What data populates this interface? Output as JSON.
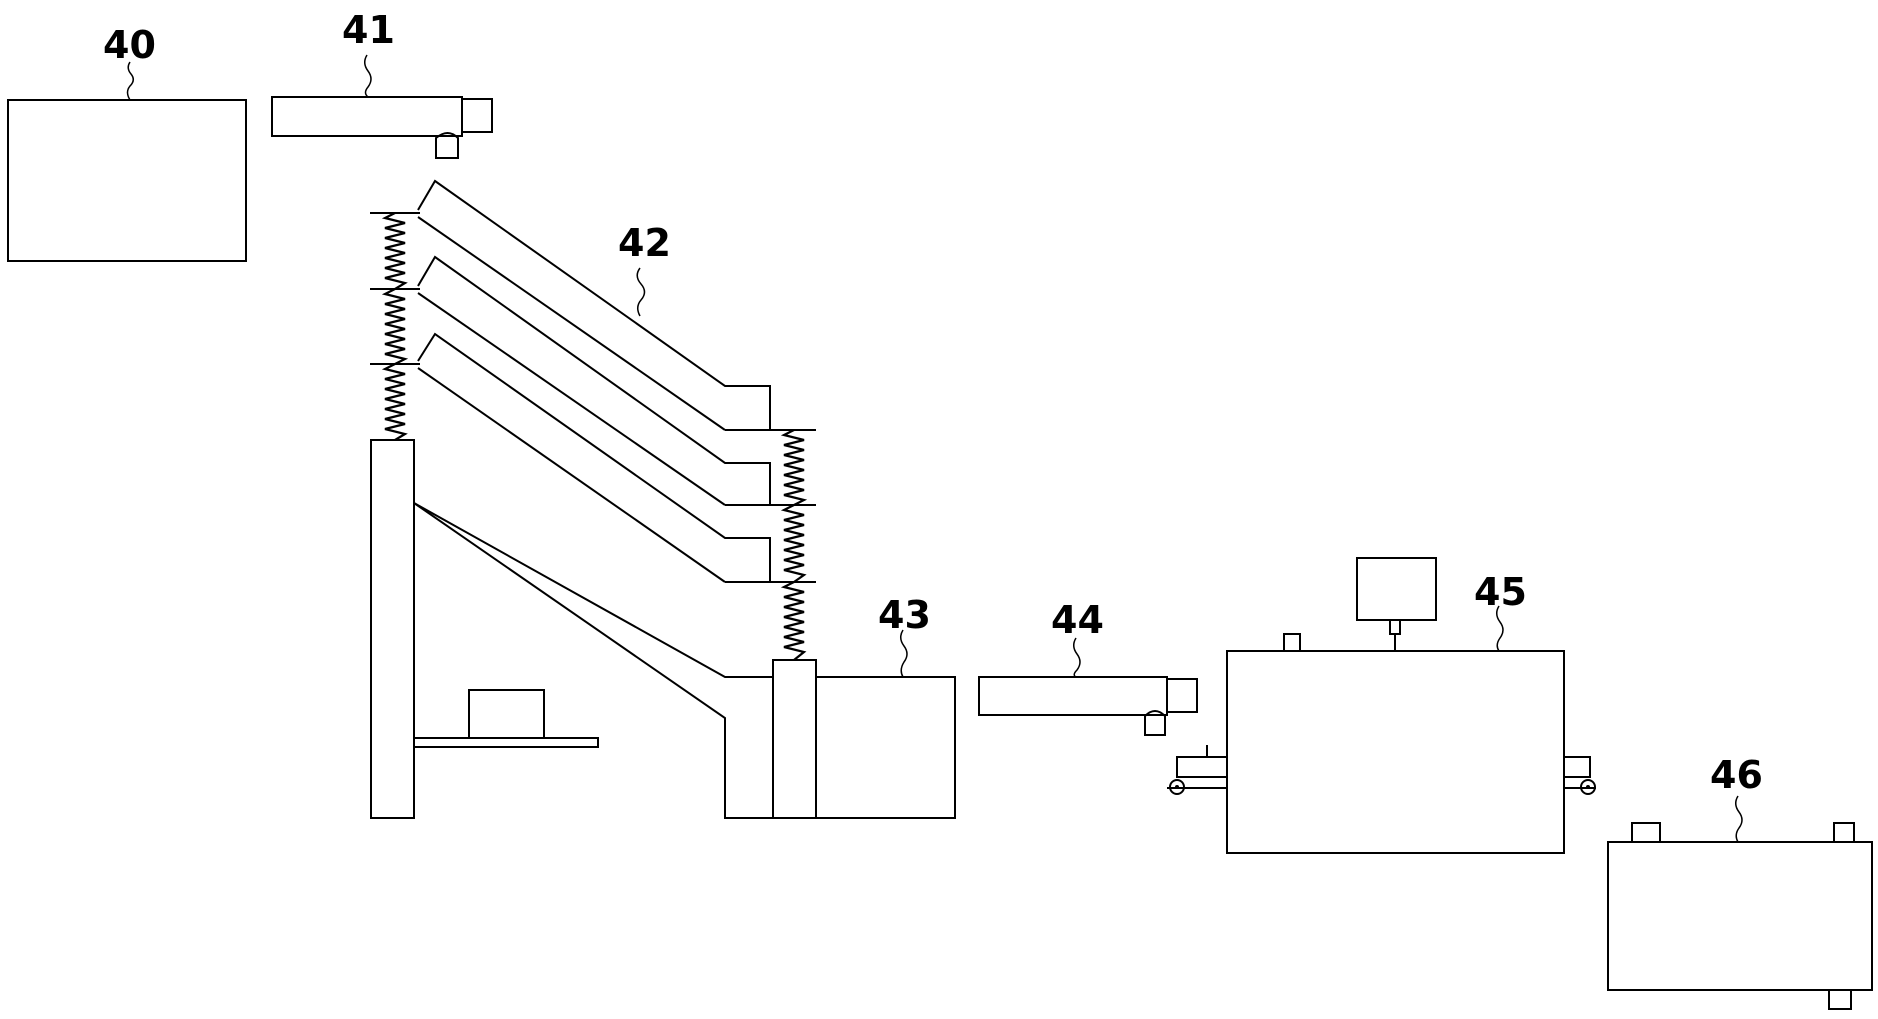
{
  "diagram": {
    "labels": {
      "l40": "40",
      "l41": "41",
      "l42": "42",
      "l43": "43",
      "l44": "44",
      "l45": "45",
      "l46": "46"
    }
  }
}
